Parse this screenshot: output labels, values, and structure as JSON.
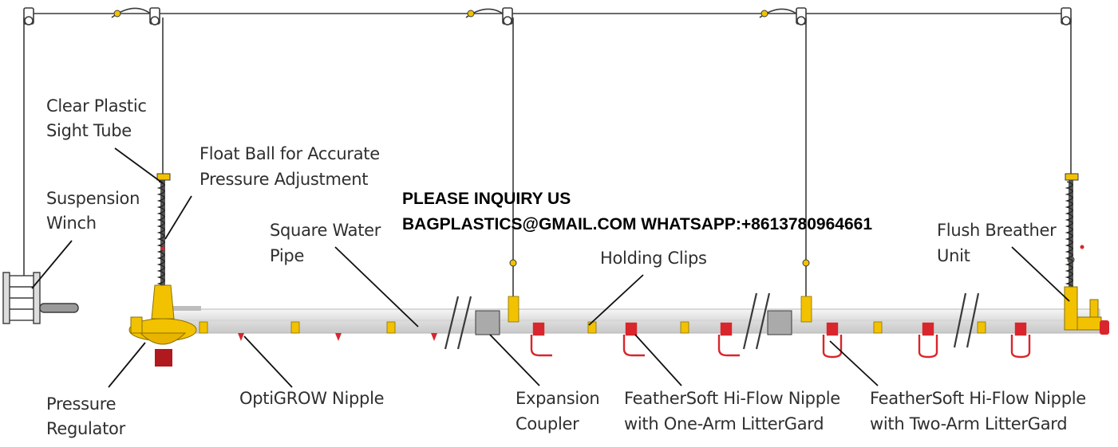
{
  "notice": {
    "line1": "PLEASE INQUIRY US",
    "line2": "BAGPLASTICS@GMAIL.COM WHATSAPP:+8613780964661"
  },
  "labels": {
    "sight_tube": [
      "Clear Plastic",
      "Sight Tube"
    ],
    "float_ball": [
      "Float Ball for Accurate",
      "Pressure Adjustment"
    ],
    "suspension_winch": [
      "Suspension",
      "Winch"
    ],
    "square_water_pipe": [
      "Square Water",
      "Pipe"
    ],
    "holding_clips": "Holding Clips",
    "flush_breather": [
      "Flush Breather",
      "Unit"
    ],
    "pressure_regulator": [
      "Pressure",
      "Regulator"
    ],
    "optigrow_nipple": "OptiGROW Nipple",
    "expansion_coupler": [
      "Expansion",
      "Coupler"
    ],
    "one_arm": [
      "FeatherSoft Hi-Flow Nipple",
      "with One-Arm LitterGard"
    ],
    "two_arm": [
      "FeatherSoft Hi-Flow Nipple",
      "with Two-Arm LitterGard"
    ]
  },
  "colors": {
    "line": "#3a3a3a",
    "pipe": "#e9e9e9",
    "yellow": "#f2c200",
    "red": "#d8262c",
    "text": "#2f2f2f"
  }
}
